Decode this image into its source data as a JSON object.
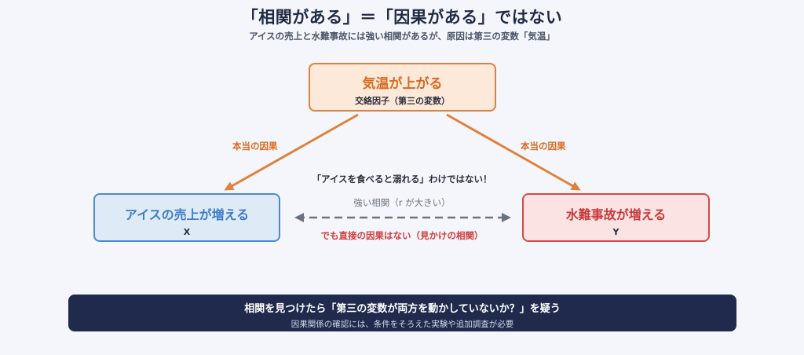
{
  "title": "「相関がある」＝「因果がある」ではない",
  "subtitle": "アイスの売上と水難事故には強い相関があるが、原因は第三の変数「気温」",
  "nodes": {
    "confounder": {
      "label": "気温が上がる",
      "sub": "交絡因子（第三の変数）"
    },
    "x": {
      "label": "アイスの売上が増える",
      "sub": "X"
    },
    "y": {
      "label": "水難事故が増える",
      "sub": "Y"
    }
  },
  "edges": {
    "cause_left": "本当の因果",
    "cause_right": "本当の因果",
    "myth": "「アイスを食べると溺れる」わけではない！",
    "strong_corr": "強い相関（r が大きい）",
    "not_direct": "でも直接の因果はない（見かけの相関）"
  },
  "banner": {
    "main": "相関を見つけたら「第三の変数が両方を動かしていないか？」を疑う",
    "sub": "因果関係の確認には、条件をそろえた実験や追加調査が必要"
  },
  "colors": {
    "orange": "#e0803a",
    "blue": "#4a8ad4",
    "red": "#d24a4a",
    "gray": "#6b7280",
    "navy": "#1f2a4d"
  }
}
